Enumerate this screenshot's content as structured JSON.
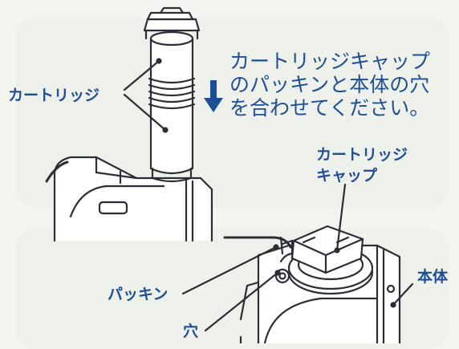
{
  "top_figure": {
    "label_cartridge": "カートリッジ",
    "instruction_lines": [
      "カートリッジキャップ",
      "のパッキンと本体の穴",
      "を合わせてください。"
    ]
  },
  "bottom_figure": {
    "label_cap_line1": "カートリッジ",
    "label_cap_line2": "キャップ",
    "label_packing": "パッキン",
    "label_body": "本体",
    "label_hole": "穴"
  },
  "colors": {
    "accent_blue": "#1b4f9c",
    "line_art": "#2a2f36",
    "background": "#f3f5f0"
  }
}
